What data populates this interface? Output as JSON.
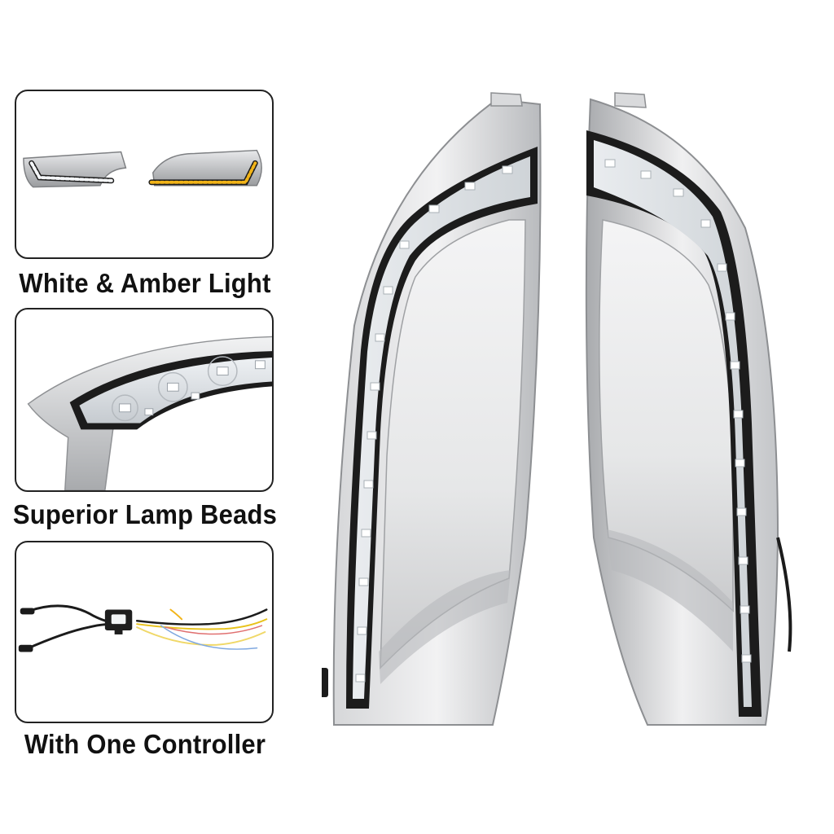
{
  "features": [
    {
      "caption": "White & Amber Light",
      "icon": "white-amber-lamps-photo"
    },
    {
      "caption": "Superior Lamp Beads",
      "icon": "lamp-beads-closeup-photo"
    },
    {
      "caption": "With One Controller",
      "icon": "controller-wiring-photo"
    }
  ],
  "colors": {
    "silver": "#c9cacc",
    "silver_dark": "#8f9194",
    "led_white": "#f4f6f8",
    "led_amber": "#f2b418",
    "border": "#222222"
  }
}
